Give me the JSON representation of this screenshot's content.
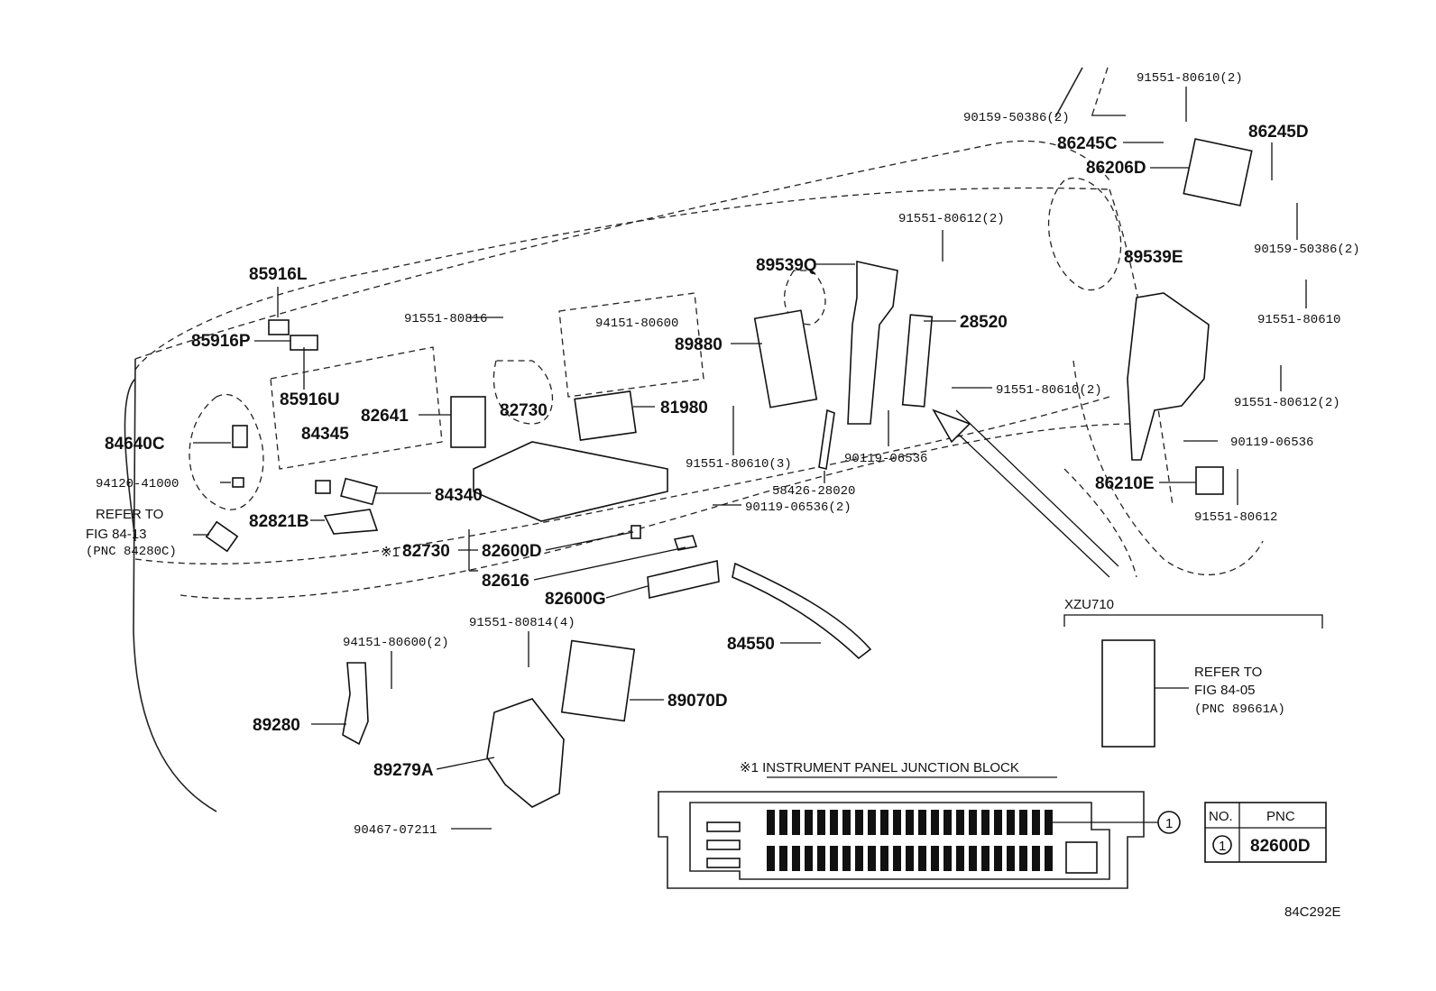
{
  "labels": {
    "p85916L": "85916L",
    "p85916P": "85916P",
    "p85916U": "85916U",
    "p84640C": "84640C",
    "p94120": "94120-41000",
    "refer1_a": "REFER TO",
    "refer1_b": "FIG 84-13",
    "refer1_c": "(PNC 84280C)",
    "p91551_80816": "91551-80816",
    "p82641": "82641",
    "p84345": "84345",
    "p84340": "84340",
    "p82821B": "82821B",
    "p82730": "82730",
    "p82730b": "82730",
    "mark1": "※1",
    "p82600D": "82600D",
    "p82616": "82616",
    "p82600G": "82600G",
    "p94151_80600": "94151-80600",
    "p81980": "81980",
    "p89880": "89880",
    "p91551_80610_3": "91551-80610(3)",
    "p90119_06536_2": "90119-06536(2)",
    "p58426": "58426-28020",
    "p90119_06536": "90119-06536",
    "p89539Q": "89539Q",
    "p28520": "28520",
    "p91551_80612_2a": "91551-80612(2)",
    "p91551_80610_2a": "91551-80610(2)",
    "p90159_50386_2a": "90159-50386(2)",
    "p91551_80610_2b": "91551-80610(2)",
    "p86245C": "86245C",
    "p86206D": "86206D",
    "p86245D": "86245D",
    "p90159_50386_2b": "90159-50386(2)",
    "p91551_80610": "91551-80610",
    "p89539E": "89539E",
    "p91551_80612_2b": "91551-80612(2)",
    "p90119_06536b": "90119-06536",
    "p86210E": "86210E",
    "p91551_80612": "91551-80612",
    "xzu": "XZU710",
    "refer2_a": "REFER TO",
    "refer2_b": "FIG 84-05",
    "refer2_c": "(PNC 89661A)",
    "p91551_80814_4": "91551-80814(4)",
    "p94151_80600_2": "94151-80600(2)",
    "p89280": "89280",
    "p89279A": "89279A",
    "p90467": "90467-07211",
    "p89070D": "89070D",
    "p84550": "84550",
    "jb_title": "※1 INSTRUMENT PANEL JUNCTION BLOCK",
    "callout": "1",
    "tbl_no": "NO.",
    "tbl_pnc": "PNC",
    "tbl_row_no": "1",
    "tbl_row_pnc": "82600D",
    "fig_code": "84C292E"
  }
}
